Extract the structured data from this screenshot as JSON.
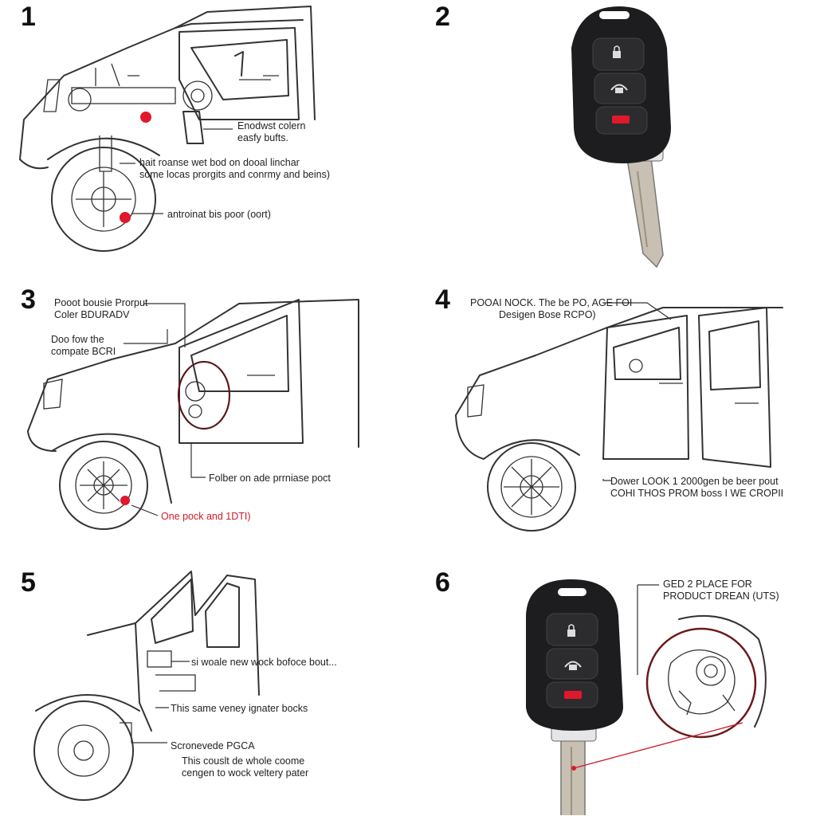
{
  "steps": [
    {
      "number": "1",
      "labels": [
        "Enodwst colern",
        "easfy bufts.",
        "hait roanse wet bod on dooal linchar",
        "some locas prorgits and conrmy and beins)",
        "antroinat bis poor (oort)"
      ]
    },
    {
      "number": "2",
      "labels": []
    },
    {
      "number": "3",
      "labels": [
        "Pooot bousie Prorput",
        "Coler BDURADV",
        "Doo fow the",
        "compate BCRI",
        "Folber on ade prrniase poct",
        "One pock and 1DTI)"
      ]
    },
    {
      "number": "4",
      "labels": [
        "POOAI NOCK. The be PO, AGE FOI",
        "Desigen Bose RCPO)",
        "Dower LOOK 1 2000gen be beer pout",
        "COHI THOS PROM boss I WE CROPII"
      ]
    },
    {
      "number": "5",
      "labels": [
        "si woale new wock bofoce bout...",
        "This same veney ignater bocks",
        "Scronevede PGCA",
        "This couslt de whole coome",
        "cengen to wock veltery pater"
      ]
    },
    {
      "number": "6",
      "labels": [
        "GED 2 PLACE FOR",
        "PRODUCT DREAN (UTS)"
      ]
    }
  ],
  "colors": {
    "line": "#333333",
    "accent_red": "#e0182c",
    "fob_body": "#1d1d1f",
    "key_blade": "#c8c0b2"
  },
  "icons": {
    "fob_lock": "lock-icon",
    "fob_unlock": "unlock-icon",
    "fob_panic": "panic-icon"
  }
}
